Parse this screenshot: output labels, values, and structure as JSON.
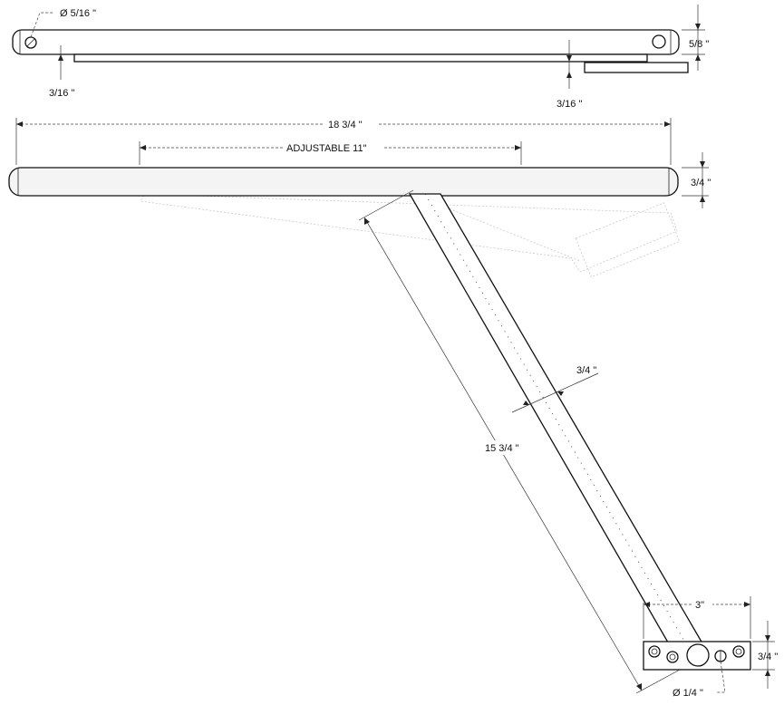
{
  "labels": {
    "hole_diameter_top": "Ø 5/16 \"",
    "height_top": "5/8 \"",
    "offset_left": "3/16 \"",
    "offset_right": "3/16 \"",
    "overall_length": "18 3/4 \"",
    "adjustable": "ADJUSTABLE  11\"",
    "arm_height": "3/4 \"",
    "link_width": "3/4 \"",
    "link_length": "15 3/4 \"",
    "bracket_length": "3\"",
    "bracket_height": "3/4 \"",
    "bracket_hole": "Ø 1/4 \""
  },
  "colors": {
    "stroke": "#111111",
    "fill": "#ffffff",
    "ghost": "#c8c8c8"
  }
}
